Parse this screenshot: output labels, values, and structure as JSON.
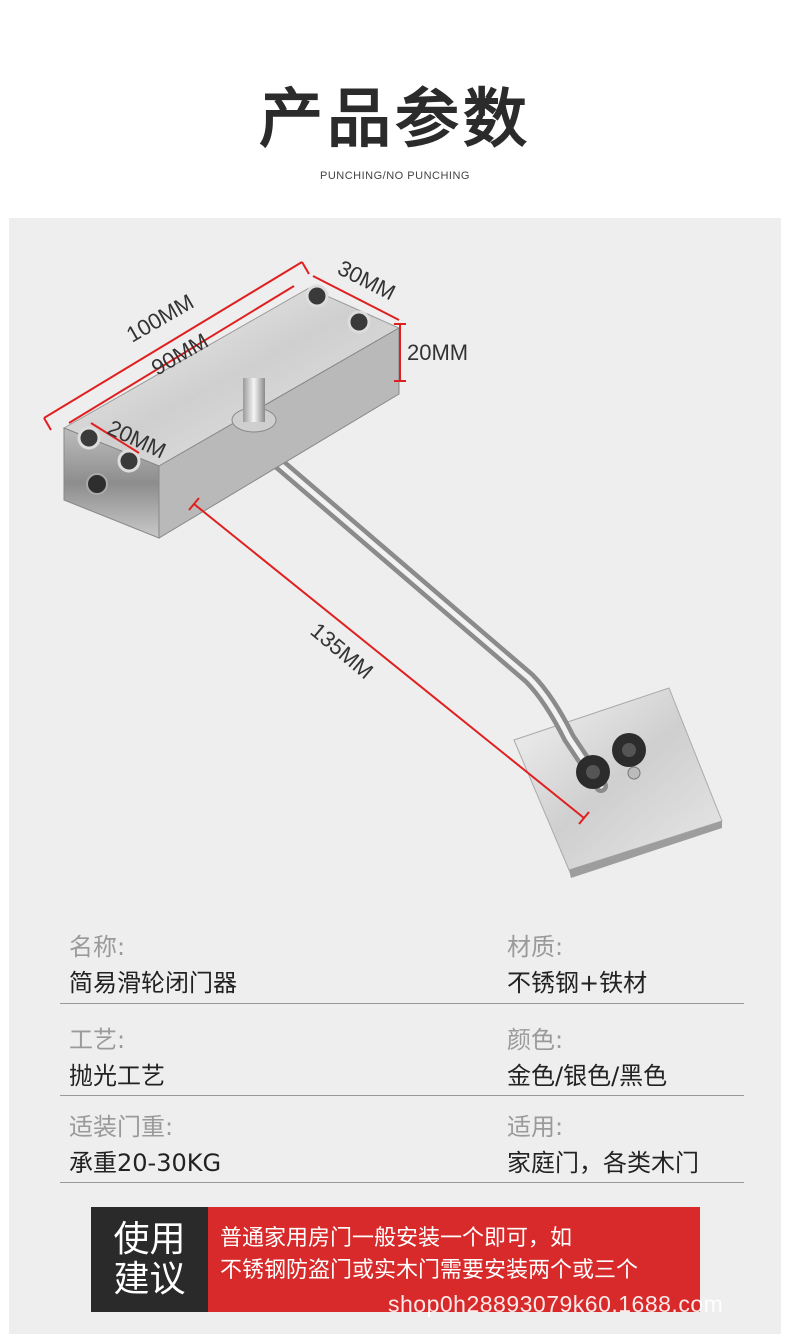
{
  "header": {
    "title": "产品参数",
    "subtitle": "PUNCHING/NO PUNCHING"
  },
  "dimensions": {
    "length_total": "100MM",
    "length_holes": "90MM",
    "width": "30MM",
    "height": "20MM",
    "hole_spacing": "20MM",
    "arm_length": "135MM"
  },
  "params": {
    "name_label": "名称:",
    "name_value": "简易滑轮闭门器",
    "material_label": "材质:",
    "material_value": "不锈钢+铁材",
    "craft_label": "工艺:",
    "craft_value": "抛光工艺",
    "color_label": "颜色:",
    "color_value": "金色/银色/黑色",
    "door_weight_label": "适装门重:",
    "door_weight_value": "承重20-30KG",
    "applicable_label": "适用:",
    "applicable_value": "家庭门，各类木门"
  },
  "usage": {
    "label": "使用建议",
    "line1": "普通家用房门一般安装一个即可，如",
    "line2": "不锈钢防盗门或实木门需要安装两个或三个"
  },
  "watermark": "shop0h28893079k60.1688.com",
  "colors": {
    "accent_red": "#d82a2a",
    "dark_label": "#2a2a2a",
    "panel_bg": "#eeeeee",
    "dimension_line": "#e02020"
  }
}
